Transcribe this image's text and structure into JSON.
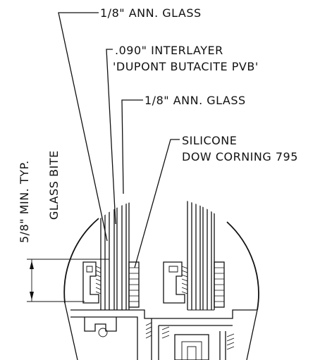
{
  "labels": {
    "glass_outer": "1/8\" ANN. GLASS",
    "interlayer_line1": ".090\" INTERLAYER",
    "interlayer_line2": "'DUPONT BUTACITE PVB'",
    "glass_inner": "1/8\" ANN. GLASS",
    "silicone_line1": "SILICONE",
    "silicone_line2": "DOW CORNING 795",
    "bite_dimension": "5/8\" MIN. TYP.",
    "bite_name": "GLASS BITE"
  },
  "colors": {
    "ink": "#111111",
    "paper": "#ffffff"
  }
}
